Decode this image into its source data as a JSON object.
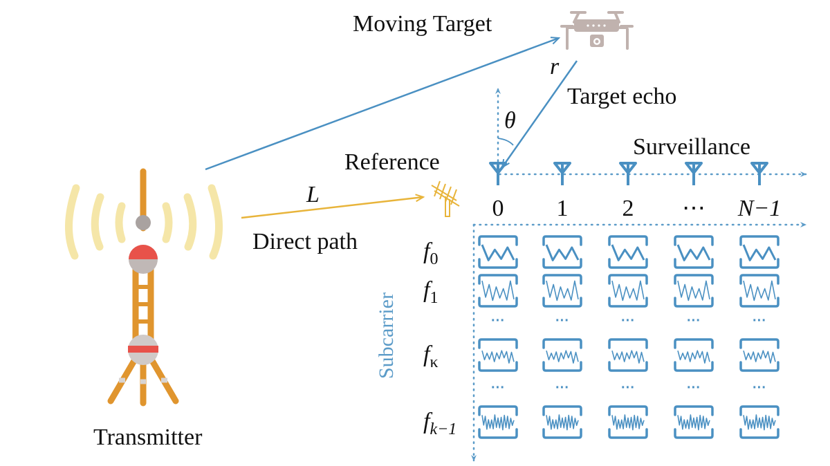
{
  "labels": {
    "moving_target": "Moving Target",
    "range": "r",
    "target_echo": "Target echo",
    "angle": "θ",
    "surveillance": "Surveillance",
    "reference": "Reference",
    "distance": "L",
    "direct_path": "Direct path",
    "subcarrier": "Subcarrier",
    "transmitter": "Transmitter"
  },
  "antenna_indices": [
    "0",
    "1",
    "2",
    "⋯",
    "N−1"
  ],
  "subcarriers": [
    {
      "base": "f",
      "sub": "0"
    },
    {
      "base": "f",
      "sub": "1"
    },
    {
      "base": "f",
      "sub": "κ"
    },
    {
      "base": "f",
      "sub": "k−1"
    }
  ],
  "ellipsis": "···",
  "colors": {
    "blue": "#4a90c2",
    "gold": "#e8b43a",
    "tower_orange": "#e0952e",
    "tower_red": "#e8524a",
    "grey": "#c0b8b6",
    "wave": "#f5e6a8"
  }
}
